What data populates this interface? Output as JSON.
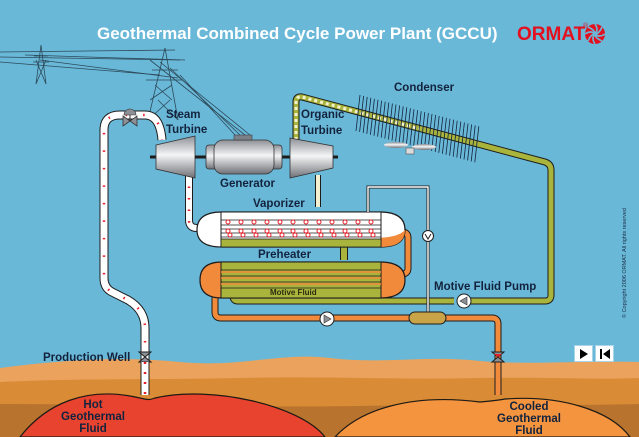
{
  "title": "Geothermal Combined Cycle Power Plant (GCCU)",
  "logo": {
    "text": "ORMAT",
    "registered_mark": "®",
    "icon": "ormat-turbine-logo-icon"
  },
  "copyright": "© Copyright 2006 ORMAT. All rights reserved",
  "labels": {
    "steam_turbine_line1": "Steam",
    "steam_turbine_line2": "Turbine",
    "generator": "Generator",
    "organic_turbine_line1": "Organic",
    "organic_turbine_line2": "Turbine",
    "condenser": "Condenser",
    "vaporizer": "Vaporizer",
    "preheater": "Preheater",
    "motive_fluid": "Motive Fluid",
    "motive_fluid_pump": "Motive Fluid Pump",
    "production_well": "Production Well",
    "hot_fluid_line1": "Hot",
    "hot_fluid_line2": "Geothermal",
    "hot_fluid_line3": "Fluid",
    "cooled_fluid_line1": "Cooled",
    "cooled_fluid_line2": "Geothermal",
    "cooled_fluid_line3": "Fluid"
  },
  "controls": {
    "play": {
      "icon": "play-icon",
      "label": "Play"
    },
    "restart": {
      "icon": "skip-to-start-icon",
      "label": "Restart"
    }
  },
  "colors": {
    "sky": "#6ab8d8",
    "title_text": "#ffffff",
    "brand_red": "#e3101f",
    "steam_pipe": "#ffffff",
    "steam_particles": "#e8202a",
    "brine_pipe": "#f28a3c",
    "motive_fluid_pipe": "#a8b43c",
    "hot_reservoir": "#e8432f",
    "cooled_reservoir": "#f5943e",
    "ground_light": "#eaa25d",
    "ground_mid": "#d98b35",
    "ground_dark": "#b8732e",
    "label_text": "#13233d"
  }
}
